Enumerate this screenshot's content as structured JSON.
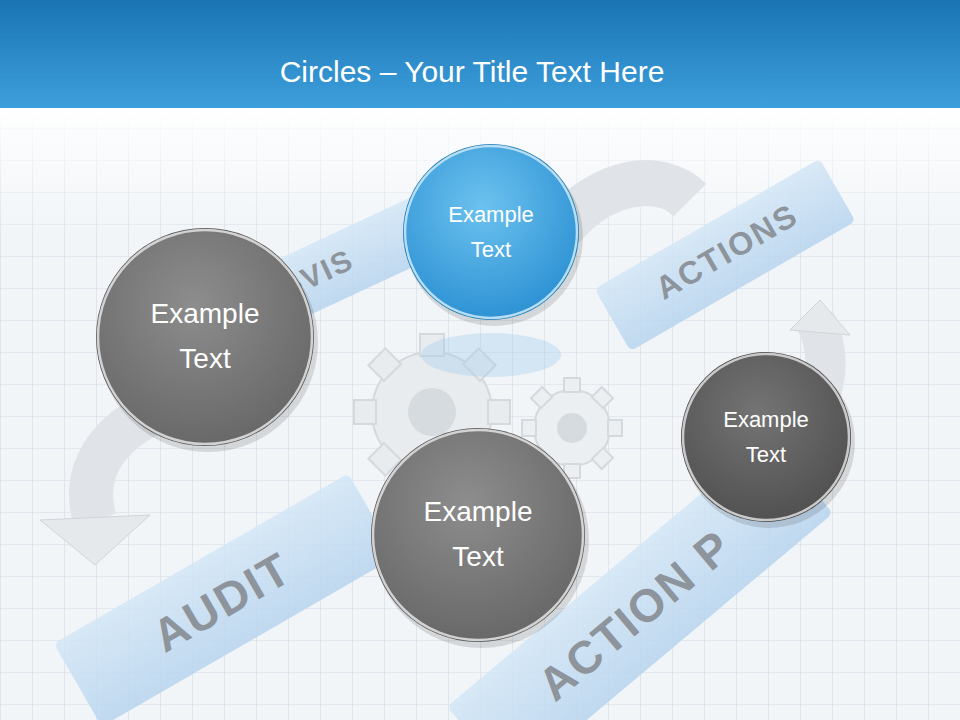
{
  "diagram": {
    "title": "Circles – Your Title Text Here",
    "nodes": [
      {
        "text": [
          "Example Text"
        ]
      },
      {
        "text": [
          "Example Text"
        ]
      },
      {
        "text": [
          "Example Text"
        ]
      },
      {
        "text": [
          "Example Text"
        ]
      }
    ],
    "labels": [
      "-VIS",
      "ACTIONS",
      "AUDIT",
      "ACTION P"
    ]
  }
}
